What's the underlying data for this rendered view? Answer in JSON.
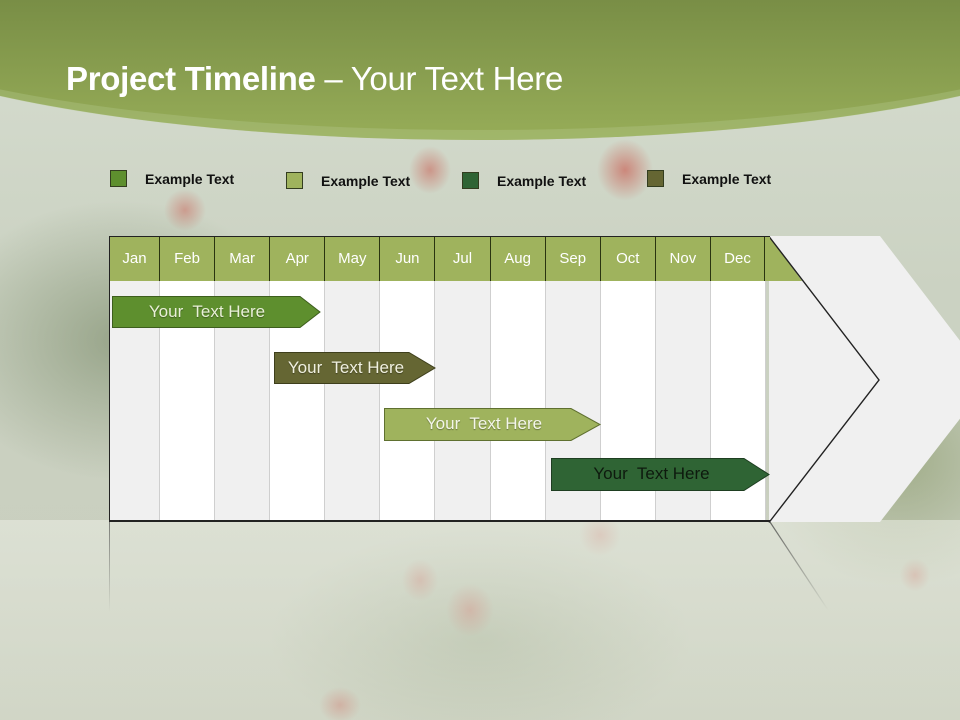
{
  "slide": {
    "title_bold": "Project Timeline",
    "title_rest": " – Your Text Here"
  },
  "colors": {
    "header_green": "#7a8f45",
    "month_header": "#9fb35d",
    "series_1": "#5e8f2e",
    "series_2": "#9fb35d",
    "series_3": "#2f6434",
    "series_4": "#656633"
  },
  "legend": [
    {
      "label": "Example Text",
      "color": "#5e8f2e"
    },
    {
      "label": "Example Text",
      "color": "#9fb35d"
    },
    {
      "label": "Example Text",
      "color": "#2f6434"
    },
    {
      "label": "Example Text",
      "color": "#656633"
    }
  ],
  "timeline": {
    "months": [
      "Jan",
      "Feb",
      "Mar",
      "Apr",
      "May",
      "Jun",
      "Jul",
      "Aug",
      "Sep",
      "Oct",
      "Nov",
      "Dec"
    ],
    "tasks": [
      {
        "label": "Your  Text Here",
        "start": "Jan",
        "end": "Apr",
        "color": "#5e8f2e",
        "text_color": "#e9f0d8"
      },
      {
        "label": "Your  Text Here",
        "start": "Apr",
        "end": "Jun",
        "color": "#656633",
        "text_color": "#f0f0e0"
      },
      {
        "label": "Your  Text Here",
        "start": "Jun",
        "end": "Sep",
        "color": "#9fb35d",
        "text_color": "#f4f6ea"
      },
      {
        "label": "Your  Text Here",
        "start": "Sep",
        "end": "Dec",
        "color": "#2f6434",
        "text_color": "#0e1a0e"
      }
    ]
  }
}
